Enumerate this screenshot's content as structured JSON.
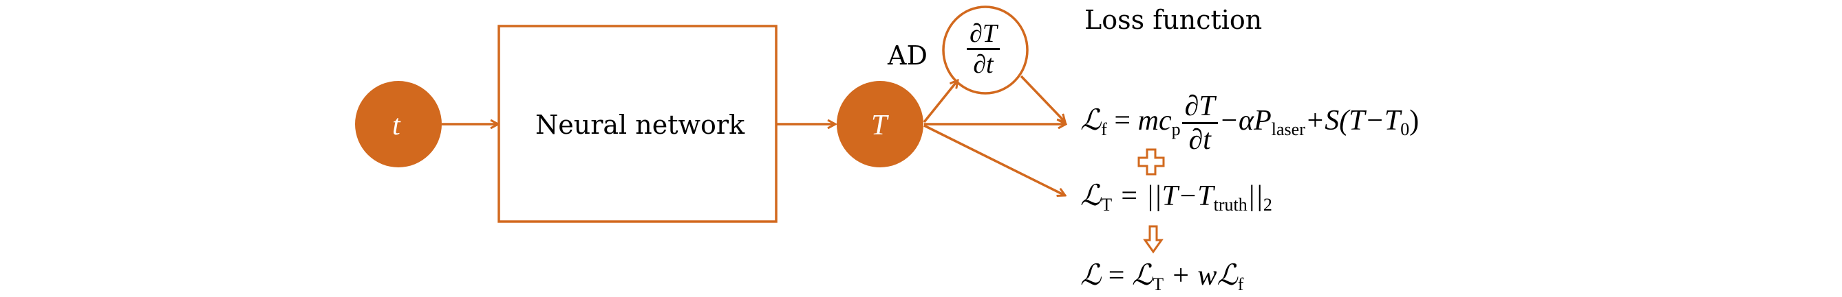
{
  "colors": {
    "accent": "#D2691E",
    "text": "#000000",
    "node_text": "#FFFFFF"
  },
  "nodes": {
    "input": "t",
    "network": "Neural network",
    "output": "T",
    "derivative_num": "∂T",
    "derivative_den": "∂t"
  },
  "labels": {
    "ad": "AD",
    "loss_title": "Loss function"
  },
  "equations": {
    "lf": {
      "lhs": "ℒ",
      "lhs_sub": "f",
      "eq": " = ",
      "mc": "mc",
      "mc_sub": "p",
      "num": "∂T",
      "den": "∂t",
      "minus_alpha": "−αP",
      "laser_sub": "laser",
      "rest": "+S(T−T",
      "t0_sub": "0",
      "close": ")"
    },
    "lt": {
      "lhs": "ℒ",
      "lhs_sub": "T",
      "eq": " = ||T−T",
      "truth_sub": "truth",
      "norm": "||",
      "norm_sub": "2"
    },
    "total": {
      "lhs": "ℒ",
      "eq": " = ",
      "l1": "ℒ",
      "l1_sub": "T",
      "plus": " + w",
      "l2": "ℒ",
      "l2_sub": "f"
    }
  }
}
